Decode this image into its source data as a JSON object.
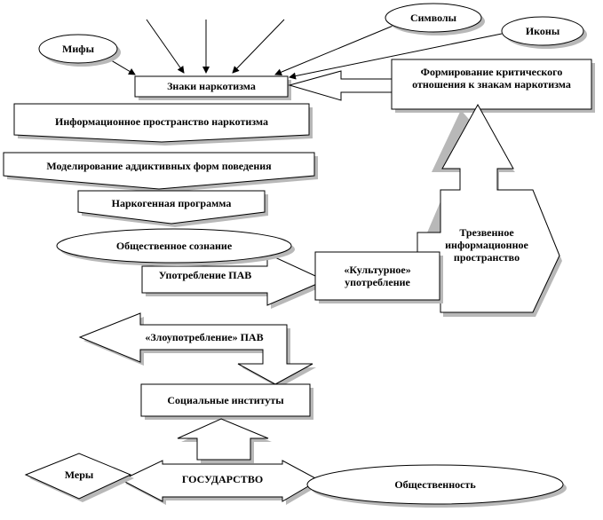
{
  "nodes": {
    "symbols": "Символы",
    "icons": "Иконы",
    "myths": "Мифы",
    "signs": "Знаки наркотизма",
    "critical_attitude": "Формирование критического отношения к знакам наркотизма",
    "info_space": "Информационное пространство наркотизма",
    "modeling": "Моделирование аддиктивных форм поведения",
    "narcogenic_program": "Наркогенная программа",
    "public_consciousness": "Общественное сознание",
    "sober_info_space": "Трезвенное информационное пространство",
    "use": "Употребление ПАВ",
    "cultural_use": "«Культурное» употребление",
    "abuse": "«Злоупотребление» ПАВ",
    "social_institutions": "Социальные институты",
    "measures": "Меры",
    "state": "ГОСУДАРСТВО",
    "public": "Общественность"
  },
  "colors": {
    "fill": "#ffffff",
    "stroke": "#000000",
    "shadow": "#b8b8b8"
  }
}
